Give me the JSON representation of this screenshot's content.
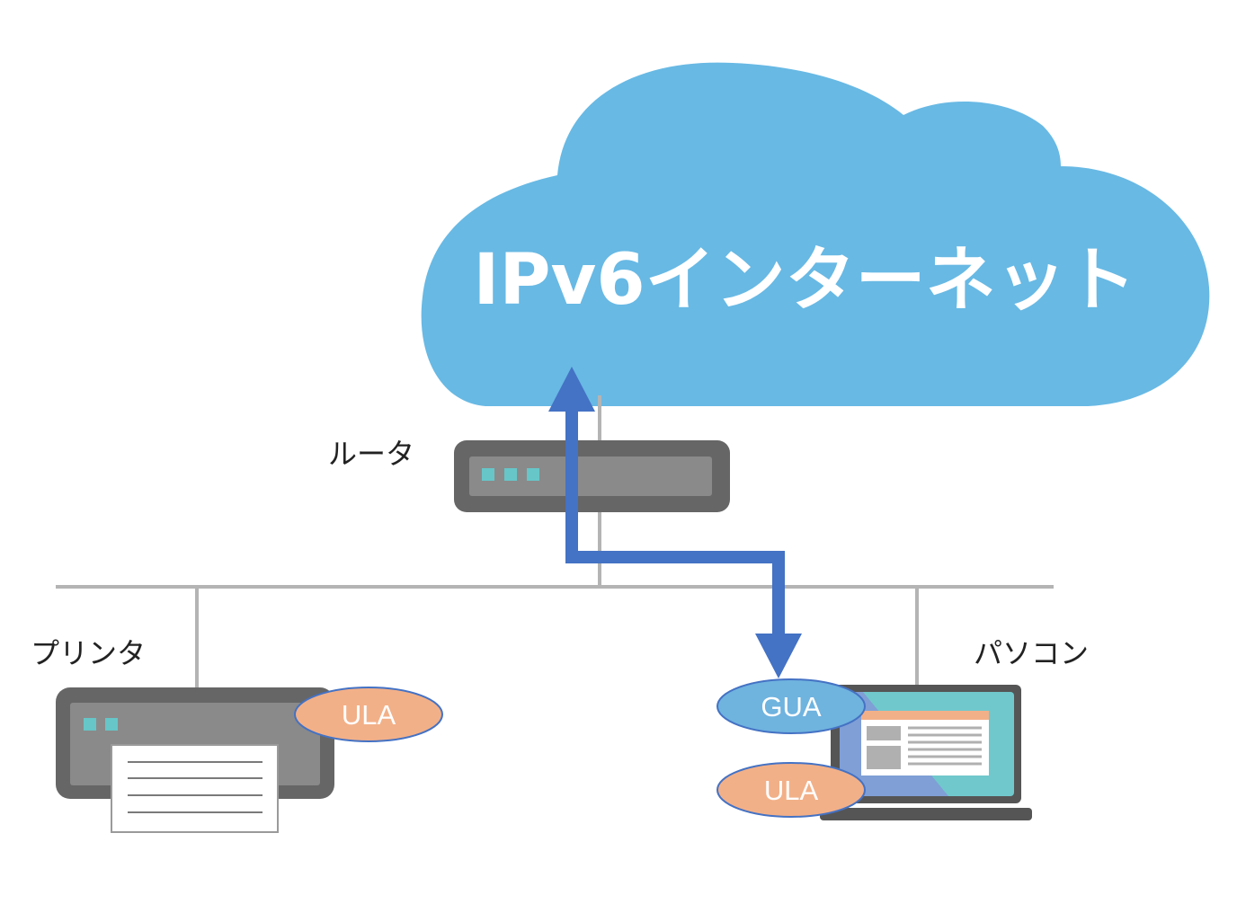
{
  "cloud": {
    "title": "IPv6インターネット",
    "color": "#68b9e4",
    "text_color": "#ffffff"
  },
  "devices": {
    "router": {
      "label": "ルータ"
    },
    "printer": {
      "label": "プリンタ",
      "badges": [
        "ULA"
      ]
    },
    "pc": {
      "label": "パソコン",
      "badges": [
        "GUA",
        "ULA"
      ]
    }
  },
  "colors": {
    "network_line": "#b4b4b4",
    "arrow": "#4472c4",
    "ula_badge": "#f2b088",
    "gua_badge": "#6fb3df",
    "device_dark": "#666666",
    "device_light": "#8a8a8a",
    "led": "#66c6c8"
  }
}
